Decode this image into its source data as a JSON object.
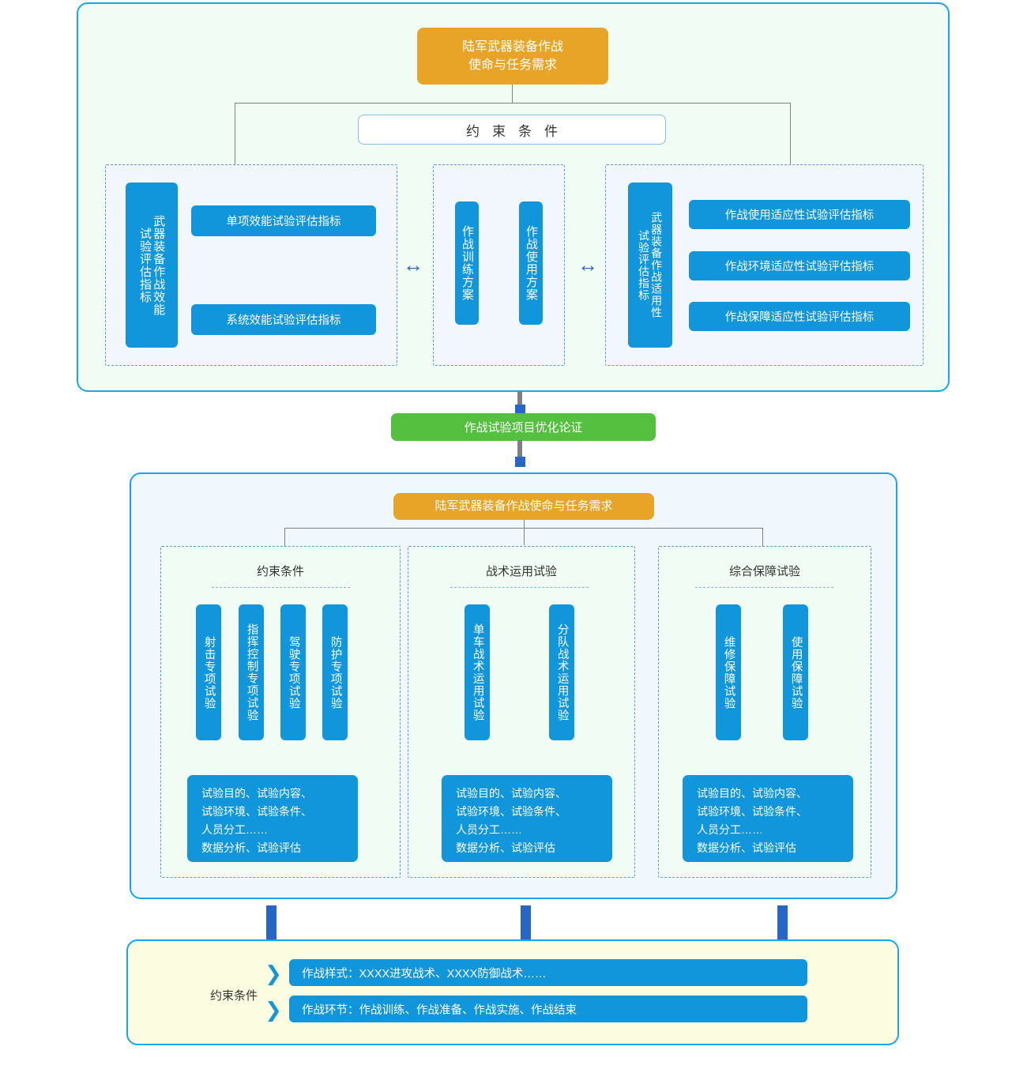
{
  "top_section": {
    "title_box": "陆军武器装备作战\n使命与任务需求",
    "constraint_box": "约束条件",
    "left_group": {
      "vertical_label_col1": "试验评估指标",
      "vertical_label_col2": "武器装备作战效能",
      "items": [
        "单项效能试验评估指标",
        "系统效能试验评估指标"
      ]
    },
    "middle_group": {
      "items": [
        "作战训练方案",
        "作战使用方案"
      ]
    },
    "right_group": {
      "vertical_label_col1": "试验评估指标",
      "vertical_label_col2": "武器装备作战适用性",
      "items": [
        "作战使用适应性试验评估指标",
        "作战环境适应性试验评估指标",
        "作战保障适应性试验评估指标"
      ]
    },
    "arrows": [
      "double-arrow-left",
      "double-arrow-right"
    ]
  },
  "connector_box": "作战试验项目优化论证",
  "mid_section": {
    "title_box": "陆军武器装备作战使命与任务需求",
    "groups": [
      {
        "title": "约束条件",
        "items": [
          "射击专项试验",
          "指挥控制专项试验",
          "驾驶专项试验",
          "防护专项试验"
        ],
        "desc": "试验目的、试验内容、\n试验环境、试验条件、\n人员分工……\n数据分析、试验评估"
      },
      {
        "title": "战术运用试验",
        "items": [
          "单车战术运用试验",
          "分队战术运用试验"
        ],
        "desc": "试验目的、试验内容、\n试验环境、试验条件、\n人员分工……\n数据分析、试验评估"
      },
      {
        "title": "综合保障试验",
        "items": [
          "维修保障试验",
          "使用保障试验"
        ],
        "desc": "试验目的、试验内容、\n试验环境、试验条件、\n人员分工……\n数据分析、试验评估"
      }
    ]
  },
  "bottom_section": {
    "label": "约束条件",
    "rows": [
      "作战样式：XXXX进攻战术、XXXX防御战术……",
      "作战环节：作战训练、作战准备、作战实施、作战结束"
    ]
  },
  "colors": {
    "orange": "#e8a427",
    "blue": "#1296db",
    "green": "#55c040",
    "panel_border": "#15a7e8",
    "mint_bg": "#f1fdf4",
    "blue_bg": "#f0f7fd",
    "yellow_bg": "#fcfce0",
    "connector_gray": "#808080",
    "connector_blue": "#2566c7"
  }
}
